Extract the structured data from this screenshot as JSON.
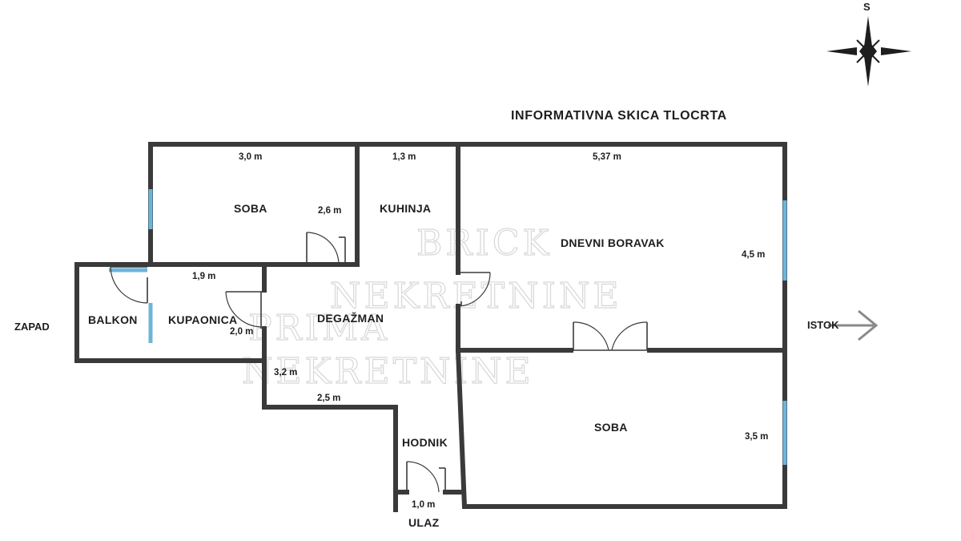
{
  "title": "INFORMATIVNA SKICA TLOCRTA",
  "compass": {
    "label": "S"
  },
  "directions": {
    "west": "ZAPAD",
    "east": "ISTOK"
  },
  "watermark": {
    "line1": "BRICK",
    "line2": "NEKRETNINE",
    "line3": "PRIMA",
    "line4": "NEKRETNINE"
  },
  "rooms": {
    "soba_top": "SOBA",
    "kuhinja": "KUHINJA",
    "dnevni_boravak": "DNEVNI BORAVAK",
    "balkon": "BALKON",
    "kupaonica": "KUPAONICA",
    "degazman": "DEGAŽMAN",
    "hodnik": "HODNIK",
    "soba_bottom": "SOBA",
    "ulaz": "ULAZ"
  },
  "dimensions": {
    "soba_top_width": "3,0 m",
    "soba_top_depth": "2,6 m",
    "kuhinja_width": "1,3 m",
    "boravak_width": "5,37 m",
    "boravak_depth": "4,5 m",
    "kupaonica_width": "1,9 m",
    "kupaonica_depth": "2,0 m",
    "degazman_depth": "3,2 m",
    "degazman_width": "2,5 m",
    "soba_bottom_depth": "3,5 m",
    "ulaz_width": "1,0 m"
  },
  "colors": {
    "wall": "#3a3a3a",
    "window": "#6fb3d9",
    "text": "#1e1e1e"
  }
}
